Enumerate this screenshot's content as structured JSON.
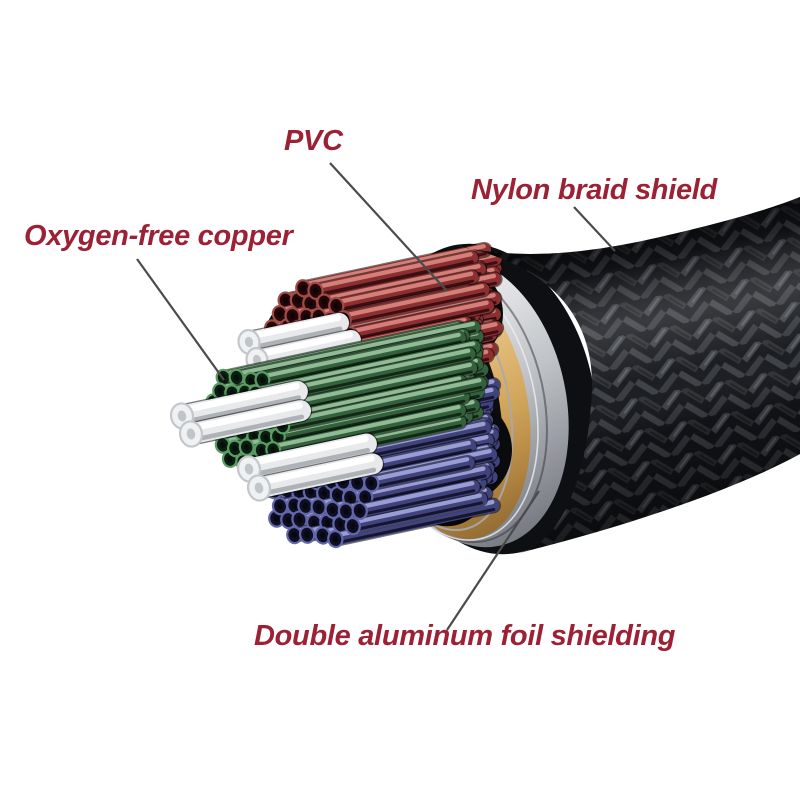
{
  "diagram": {
    "type": "cable-cutaway-diagram",
    "background_color": "#ffffff",
    "label_color": "#9c2134",
    "leader_line_color": "#4b4b4d",
    "labels": [
      {
        "id": "pvc",
        "text": "PVC"
      },
      {
        "id": "nylon_braid_shield",
        "text": "Nylon braid shield"
      },
      {
        "id": "oxygen_free_copper",
        "text": "Oxygen-free copper"
      },
      {
        "id": "double_aluminum_foil_shielding",
        "text": "Double aluminum foil shielding"
      }
    ],
    "materials": {
      "nylon_braid": "#1b1c20",
      "aluminum_foil_silver": "#c6c9cd",
      "aluminum_foil_gold": "#ddb673",
      "pvc_jacket": "#0d0e11",
      "copper_wire_red": "#8c2f30",
      "copper_wire_green": "#33613c",
      "copper_wire_blue": "#41437d",
      "copper_wire_silver": "#e7e9eb"
    }
  }
}
